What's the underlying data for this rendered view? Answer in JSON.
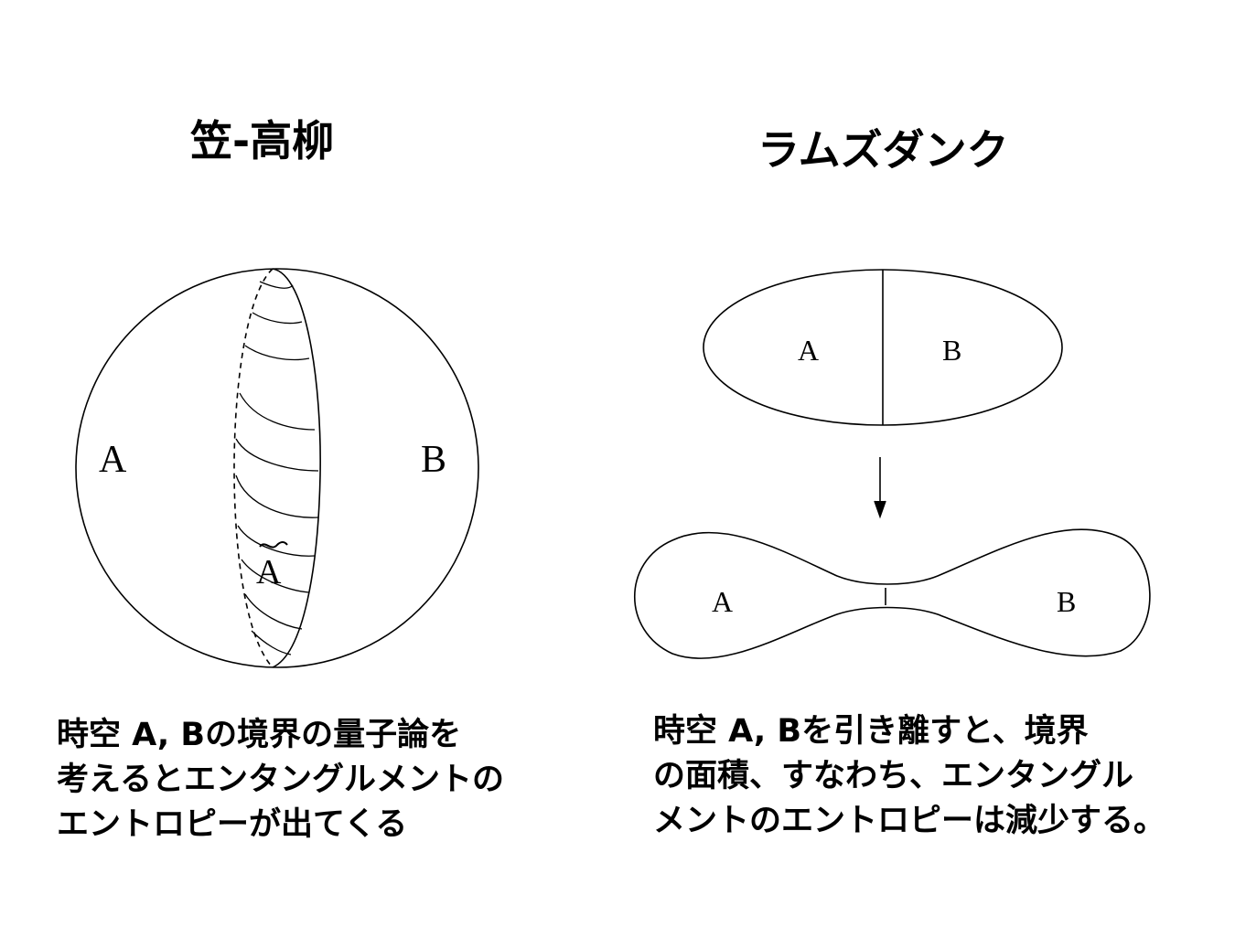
{
  "left_panel": {
    "title": "笠-高柳",
    "label_a": "A",
    "label_b": "B",
    "label_a_tilde": "A",
    "caption_lines": [
      "時空 A, Bの境界の量子論を",
      "考えるとエンタングルメントの",
      "エントロピーが出てくる"
    ]
  },
  "right_panel": {
    "title": "ラムズダンク",
    "top_label_a": "A",
    "top_label_b": "B",
    "bottom_label_a": "A",
    "bottom_label_b": "B",
    "caption_lines": [
      "時空 A, Bを引き離すと、境界",
      "の面積、すなわち、エンタングル",
      "メントのエントロピーは減少する。"
    ]
  },
  "colors": {
    "background": "#ffffff",
    "ink": "#000000"
  }
}
